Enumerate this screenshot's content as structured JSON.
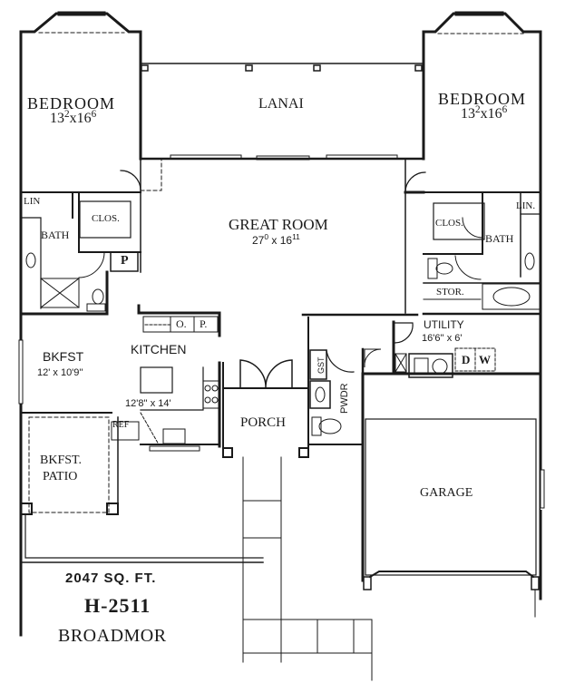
{
  "plan": {
    "square_footage": "2047 SQ. FT.",
    "model_number": "H-2511",
    "model_name": "BROADMOR"
  },
  "rooms": {
    "bedroom_left": {
      "name": "BEDROOM",
      "dim_a": "13",
      "dim_a_sup": "2",
      "x": "x",
      "dim_b": "16",
      "dim_b_sup": "6"
    },
    "bedroom_right": {
      "name": "BEDROOM",
      "dim_a": "13",
      "dim_a_sup": "2",
      "x": "x",
      "dim_b": "16",
      "dim_b_sup": "6"
    },
    "lanai": {
      "name": "LANAI"
    },
    "great_room": {
      "name": "GREAT ROOM",
      "dim_a": "27",
      "dim_a_sup": "0",
      "x": " x ",
      "dim_b": "16",
      "dim_b_sup": "11"
    },
    "bath_left": {
      "name": "BATH"
    },
    "lin_left": {
      "name": "LIN"
    },
    "clos_left": {
      "name": "CLOS."
    },
    "p_left": {
      "name": "P"
    },
    "bath_right": {
      "name": "BATH"
    },
    "lin_right": {
      "name": "LIN."
    },
    "clos_right": {
      "name": "CLOS."
    },
    "stor": {
      "name": "STOR."
    },
    "bkfst": {
      "name": "BKFST",
      "dims": "12' x 10'9''"
    },
    "kitchen": {
      "name": "KITCHEN",
      "dims": "12'8'' x 14'"
    },
    "op_o": {
      "name": "O."
    },
    "op_p": {
      "name": "P."
    },
    "ref": {
      "name": "REF"
    },
    "porch": {
      "name": "PORCH"
    },
    "gst": {
      "name": "GST"
    },
    "pwdr": {
      "name": "PWDR"
    },
    "utility": {
      "name": "UTILITY",
      "dims": "16'6'' x 6'"
    },
    "dryer": {
      "name": "D"
    },
    "washer": {
      "name": "W"
    },
    "bkfst_patio": {
      "line1": "BKFST.",
      "line2": "PATIO"
    },
    "garage": {
      "name": "GARAGE"
    }
  },
  "colors": {
    "line": "#1a1a1a",
    "background": "#ffffff"
  }
}
